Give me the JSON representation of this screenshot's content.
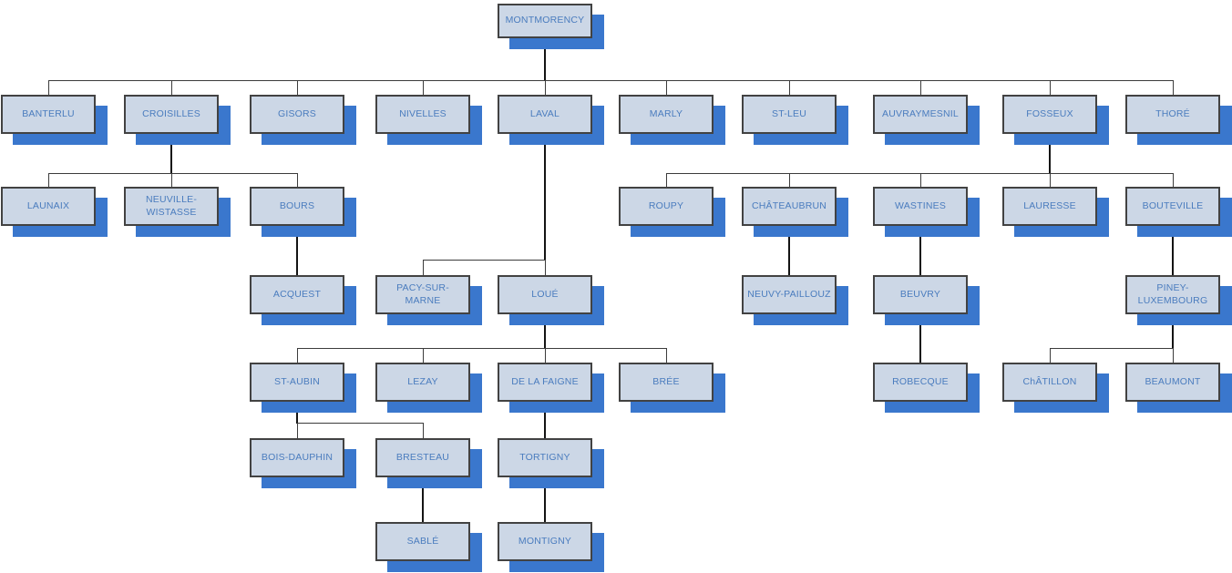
{
  "diagram": {
    "type": "org-chart",
    "root_label": "MONTMORENCY",
    "colors": {
      "node_fill": "#ccd7e6",
      "node_border": "#424242",
      "node_shadow": "#3a77cd",
      "node_text": "#4a7cbe",
      "connector": "#3c3c3c"
    },
    "nodes": [
      {
        "id": "montmorency",
        "label": "MONTMORENCY",
        "parent": null
      },
      {
        "id": "banterlu",
        "label": "BANTERLU",
        "parent": "montmorency"
      },
      {
        "id": "croisilles",
        "label": "CROISILLES",
        "parent": "montmorency"
      },
      {
        "id": "gisors",
        "label": "GISORS",
        "parent": "montmorency"
      },
      {
        "id": "nivelles",
        "label": "NIVELLES",
        "parent": "montmorency"
      },
      {
        "id": "laval",
        "label": "LAVAL",
        "parent": "montmorency"
      },
      {
        "id": "marly",
        "label": "MARLY",
        "parent": "montmorency"
      },
      {
        "id": "st-leu",
        "label": "ST-LEU",
        "parent": "montmorency"
      },
      {
        "id": "auvraymesnil",
        "label": "AUVRAYMESNIL",
        "parent": "montmorency"
      },
      {
        "id": "fosseux",
        "label": "FOSSEUX",
        "parent": "montmorency"
      },
      {
        "id": "thore",
        "label": "THORÉ",
        "parent": "montmorency"
      },
      {
        "id": "launaix",
        "label": "LAUNAIX",
        "parent": "croisilles"
      },
      {
        "id": "neuville-wistasse",
        "label": "NEUVILLE-WISTASSE",
        "parent": "croisilles"
      },
      {
        "id": "bours",
        "label": "BOURS",
        "parent": "croisilles"
      },
      {
        "id": "roupy",
        "label": "ROUPY",
        "parent": "fosseux"
      },
      {
        "id": "chateaubrun",
        "label": "CHÂTEAUBRUN",
        "parent": "fosseux"
      },
      {
        "id": "wastines",
        "label": "WASTINES",
        "parent": "fosseux"
      },
      {
        "id": "lauresse",
        "label": "LAURESSE",
        "parent": "fosseux"
      },
      {
        "id": "bouteville",
        "label": "BOUTEVILLE",
        "parent": "fosseux"
      },
      {
        "id": "acquest",
        "label": "ACQUEST",
        "parent": "bours"
      },
      {
        "id": "pacy-sur-marne",
        "label": "PACY-SUR-MARNE",
        "parent": "laval"
      },
      {
        "id": "loue",
        "label": "LOUÉ",
        "parent": "laval"
      },
      {
        "id": "neuvy-paillouz",
        "label": "NEUVY-PAILLOUZ",
        "parent": "chateaubrun"
      },
      {
        "id": "beuvry",
        "label": "BEUVRY",
        "parent": "wastines"
      },
      {
        "id": "piney-luxembourg",
        "label": "PINEY-LUXEMBOURG",
        "parent": "bouteville"
      },
      {
        "id": "st-aubin",
        "label": "ST-AUBIN",
        "parent": "loue"
      },
      {
        "id": "lezay",
        "label": "LEZAY",
        "parent": "loue"
      },
      {
        "id": "de-la-faigne",
        "label": "DE LA FAIGNE",
        "parent": "loue"
      },
      {
        "id": "bree",
        "label": "BRÉE",
        "parent": "loue"
      },
      {
        "id": "robecque",
        "label": "ROBECQUE",
        "parent": "beuvry"
      },
      {
        "id": "chatillon",
        "label": "ChÂTILLON",
        "parent": "piney-luxembourg"
      },
      {
        "id": "beaumont",
        "label": "BEAUMONT",
        "parent": "piney-luxembourg"
      },
      {
        "id": "bois-dauphin",
        "label": "BOIS-DAUPHIN",
        "parent": "st-aubin"
      },
      {
        "id": "bresteau",
        "label": "BRESTEAU",
        "parent": "st-aubin"
      },
      {
        "id": "tortigny",
        "label": "TORTIGNY",
        "parent": "de-la-faigne"
      },
      {
        "id": "sable",
        "label": "SABLÉ",
        "parent": "bresteau"
      },
      {
        "id": "montigny",
        "label": "MONTIGNY",
        "parent": "tortigny"
      }
    ]
  }
}
